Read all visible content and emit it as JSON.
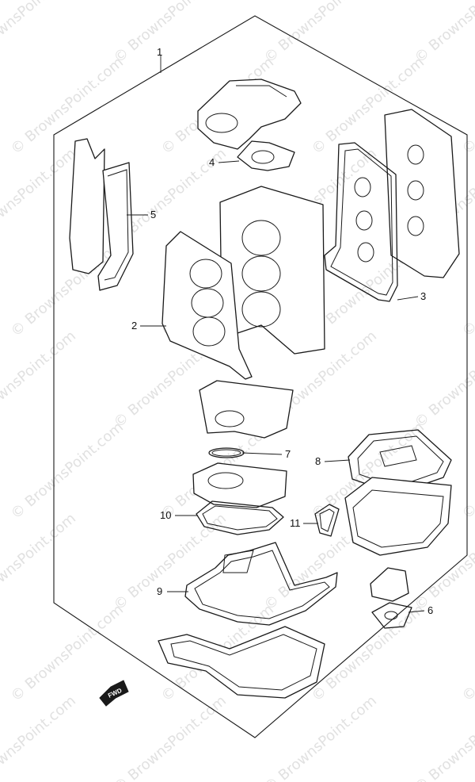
{
  "watermark": {
    "text": "© BrownsPoint.com"
  },
  "fwd_marker": {
    "label": "FWD"
  },
  "callouts": [
    {
      "id": "1",
      "label": "1"
    },
    {
      "id": "2",
      "label": "2"
    },
    {
      "id": "3",
      "label": "3"
    },
    {
      "id": "4",
      "label": "4"
    },
    {
      "id": "5",
      "label": "5"
    },
    {
      "id": "6",
      "label": "6"
    },
    {
      "id": "7",
      "label": "7"
    },
    {
      "id": "8",
      "label": "8"
    },
    {
      "id": "9",
      "label": "9"
    },
    {
      "id": "10",
      "label": "10"
    },
    {
      "id": "11",
      "label": "11"
    }
  ]
}
